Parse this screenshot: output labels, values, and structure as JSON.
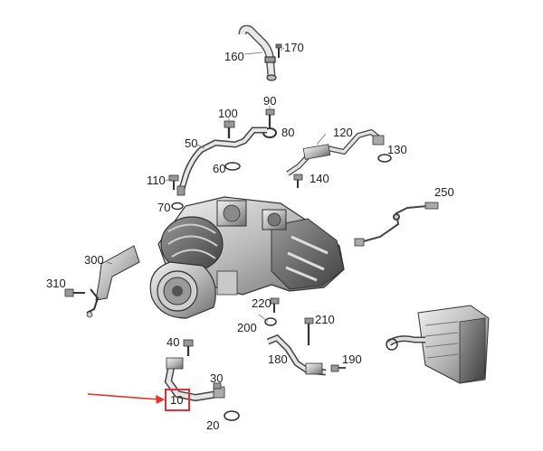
{
  "callouts": {
    "c10": "10",
    "c20": "20",
    "c30": "30",
    "c40": "40",
    "c50": "50",
    "c60": "60",
    "c70": "70",
    "c80": "80",
    "c90": "90",
    "c100": "100",
    "c110": "110",
    "c120": "120",
    "c130": "130",
    "c140": "140",
    "c160": "160",
    "c170": "170",
    "c180": "180",
    "c190": "190",
    "c200": "200",
    "c210": "210",
    "c220": "220",
    "c250": "250",
    "c300": "300",
    "c310": "310"
  },
  "highlight": {
    "callout": "10",
    "color": "#e53030"
  }
}
